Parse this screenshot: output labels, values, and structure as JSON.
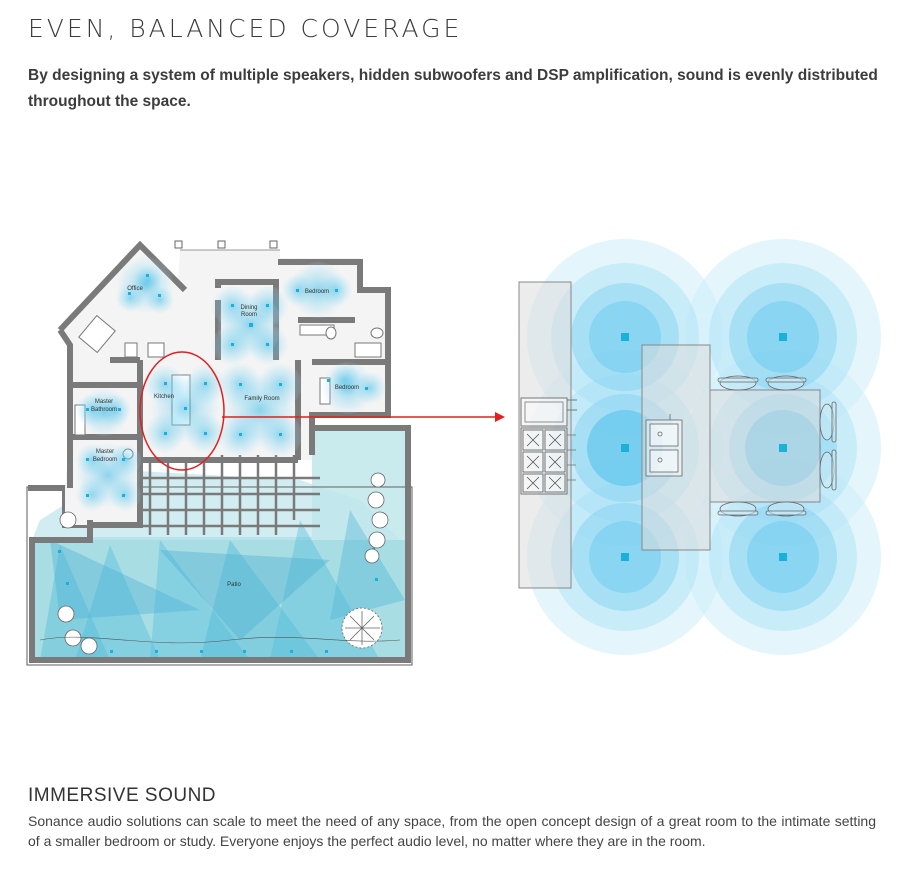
{
  "header": {
    "title": "EVEN, BALANCED COVERAGE",
    "lead": "By designing a system of multiple speakers, hidden subwoofers and DSP amplification, sound is evenly distributed throughout the space."
  },
  "floorplan": {
    "rooms": {
      "office": "Office",
      "dining_line1": "Dining",
      "dining_line2": "Room",
      "bedroom_top": "Bedroom",
      "kitchen": "Kitchen",
      "family_room": "Family Room",
      "bedroom_right": "Bedroom",
      "master_bath_line1": "Master",
      "master_bath_line2": "Bathroom",
      "master_bed_line1": "Master",
      "master_bed_line2": "Bedroom",
      "patio": "Patio"
    }
  },
  "colors": {
    "accent_blue": "#1ab0d8",
    "coverage_blue": "#5cc8ec",
    "highlight_red": "#e02020",
    "wall_gray": "#7a7a7a"
  },
  "section": {
    "heading": "IMMERSIVE SOUND",
    "body": "Sonance audio solutions can scale to meet the need of any space, from the open concept design of a great room to the intimate setting of a smaller bedroom or study. Everyone enjoys the perfect audio level, no matter where they are in the room."
  }
}
